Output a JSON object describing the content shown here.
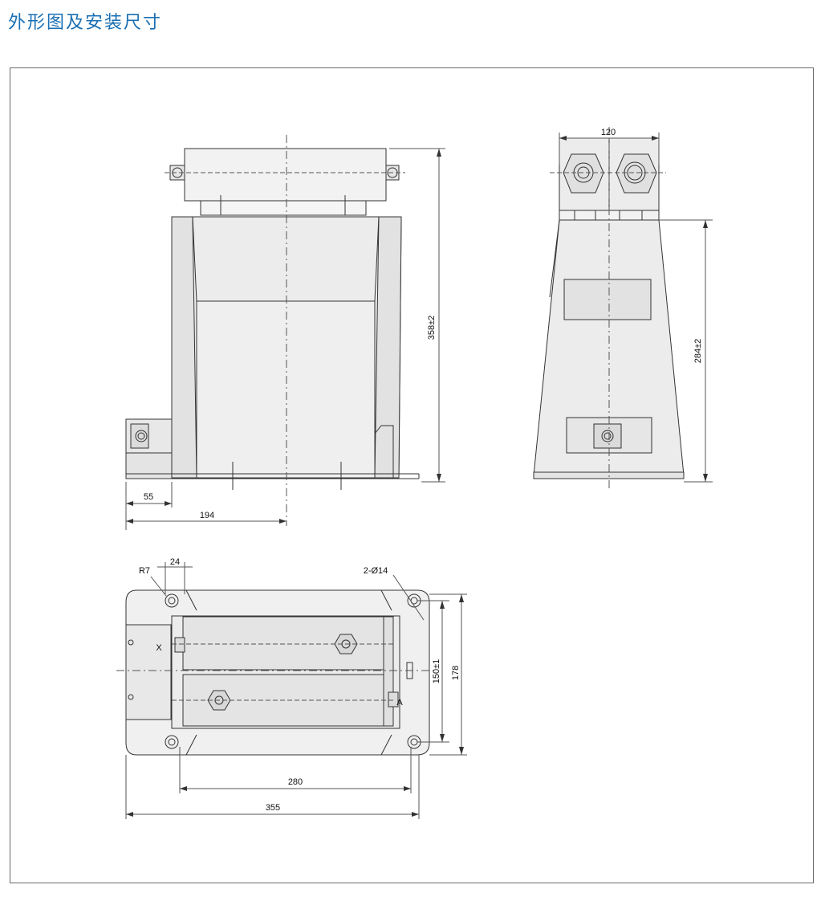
{
  "title": "外形图及安装尺寸",
  "front_view": {
    "height_dim": "358±2",
    "left_offset_dim": "55",
    "center_dim": "194"
  },
  "side_view": {
    "top_width_dim": "120",
    "height_dim": "284±2"
  },
  "top_view": {
    "radius_label": "R7",
    "slot_dim": "24",
    "hole_label": "2-Ø14",
    "terminal_x": "X",
    "terminal_a": "A",
    "hole_spacing_dim": "150±1",
    "base_depth_dim": "178",
    "hole_distance_dim": "280",
    "base_width_dim": "355"
  }
}
